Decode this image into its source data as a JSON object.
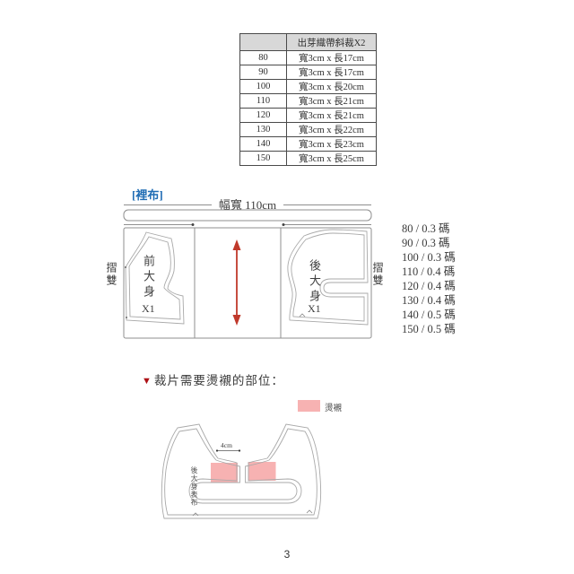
{
  "page": {
    "number": "3"
  },
  "table": {
    "header": {
      "col1": "",
      "col2": "出芽織帶斜裁X2"
    },
    "rows": [
      {
        "size": "80",
        "spec": "寬3cm x 長17cm"
      },
      {
        "size": "90",
        "spec": "寬3cm x 長17cm"
      },
      {
        "size": "100",
        "spec": "寬3cm x 長20cm"
      },
      {
        "size": "110",
        "spec": "寬3cm x 長21cm"
      },
      {
        "size": "120",
        "spec": "寬3cm x 長21cm"
      },
      {
        "size": "130",
        "spec": "寬3cm x 長22cm"
      },
      {
        "size": "140",
        "spec": "寬3cm x 長23cm"
      },
      {
        "size": "150",
        "spec": "寬3cm x 長25cm"
      }
    ]
  },
  "lining_section": {
    "label": "[裡布]",
    "fabric_width": "幅寬 110cm",
    "fold_left": "摺雙",
    "fold_right": "摺雙",
    "front_piece": {
      "name": "前大身",
      "qty": "X1"
    },
    "back_piece": {
      "name": "後大身",
      "qty": "X1"
    },
    "yardage": [
      "80 / 0.3 碼",
      "90 / 0.3 碼",
      "100 / 0.3 碼",
      "110 / 0.4 碼",
      "120 / 0.4 碼",
      "130 / 0.4 碼",
      "140 / 0.5 碼",
      "150 / 0.5 碼"
    ]
  },
  "interfacing_section": {
    "bullet": "▼",
    "heading": "裁片需要燙襯的部位：",
    "legend_label": "燙襯",
    "dimension_label": "4cm",
    "piece_label": "後大身表布"
  },
  "colors": {
    "accent_blue": "#1f6cb4",
    "arrow_red": "#c0392b",
    "heading_red": "#ad1015",
    "interfacing_pink": "#f7b2b2"
  }
}
